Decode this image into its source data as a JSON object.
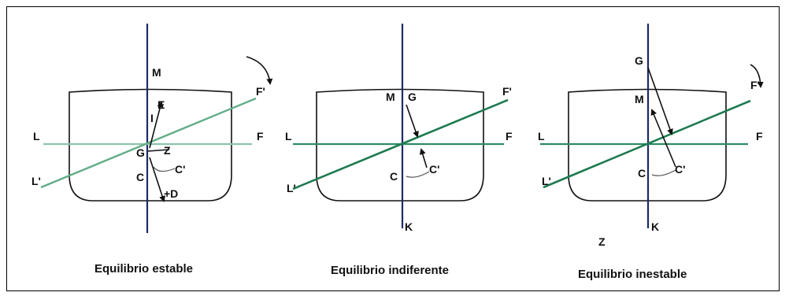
{
  "panels": [
    {
      "caption": "Equilibrio estable",
      "labels": {
        "M": "M",
        "E": "E",
        "I": "I",
        "L": "L",
        "F": "F",
        "L_prime": "L'",
        "F_prime": "F'",
        "G": "G",
        "Z": "Z",
        "C": "C",
        "C_prime": "C'",
        "D": "+D"
      }
    },
    {
      "caption": "Equilibrio indiferente",
      "labels": {
        "M": "M",
        "G": "G",
        "L": "L",
        "F": "F",
        "L_prime": "L'",
        "F_prime": "F'",
        "C": "C",
        "C_prime": "C'",
        "K": "K"
      }
    },
    {
      "caption": "Equilibrio inestable",
      "labels": {
        "G": "G",
        "M": "M",
        "L": "L",
        "F": "F",
        "L_prime": "L'",
        "F_prime": "F'",
        "C": "C",
        "C_prime": "C'",
        "K": "K",
        "Z": "Z"
      }
    }
  ],
  "colors": {
    "axis": "#1c2a66",
    "waterline": "#2f8a63",
    "hull": "#111111"
  }
}
